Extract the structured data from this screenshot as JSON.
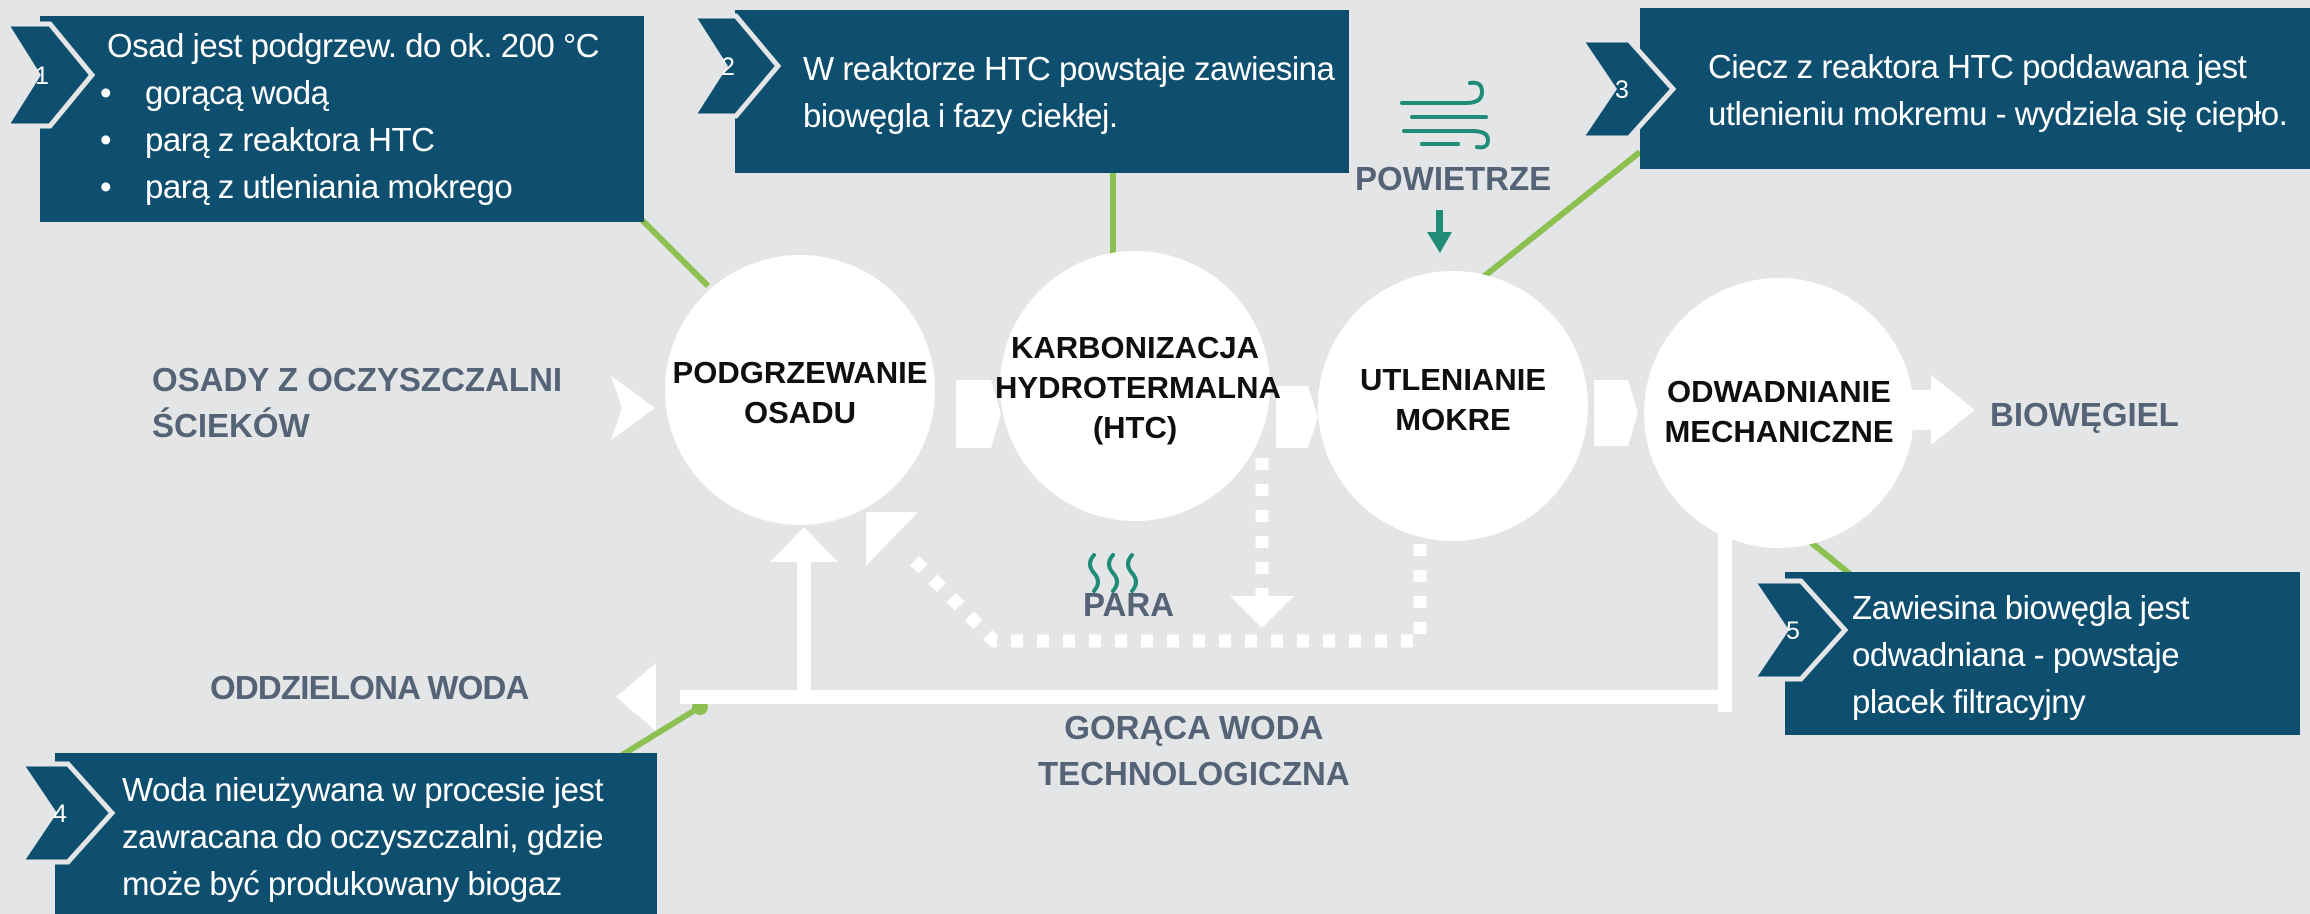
{
  "inputs": {
    "sludge_lines": [
      "OSADY Z OCZYSZCZALNI",
      "ŚCIEKÓW"
    ],
    "air": "POWIETRZE"
  },
  "outputs": {
    "biochar": "BIOWĘGIEL",
    "separated_water": "ODDZIELONA WODA"
  },
  "streams": {
    "steam": "PARA",
    "hot_water_lines": [
      "GORĄCA WODA",
      "TECHNOLOGICZNA"
    ]
  },
  "steps": [
    {
      "lines": [
        "PODGRZEWANIE",
        "OSADU"
      ]
    },
    {
      "lines": [
        "KARBONIZACJA",
        "HYDROTERMALNA",
        "(HTC)"
      ]
    },
    {
      "lines": [
        "UTLENIANIE",
        "MOKRE"
      ]
    },
    {
      "lines": [
        "ODWADNIANIE",
        "MECHANICZNE"
      ]
    }
  ],
  "notes": [
    {
      "number": "1",
      "title": "Osad  jest podgrzew. do ok. 200 °C",
      "bullets": [
        "gorącą wodą",
        "parą z reaktora HTC",
        "parą z utleniania mokrego"
      ]
    },
    {
      "number": "2",
      "lines": [
        "W reaktorze HTC powstaje zawiesina",
        "biowęgla i fazy ciekłej."
      ]
    },
    {
      "number": "3",
      "lines": [
        "Ciecz z reaktora HTC poddawana jest",
        "utlenieniu mokremu - wydziela się ciepło."
      ]
    },
    {
      "number": "4",
      "lines": [
        "Woda nieużywana w procesie jest",
        "zawracana do oczyszczalni, gdzie",
        "może być produkowany biogaz"
      ]
    },
    {
      "number": "5",
      "lines": [
        "Zawiesina biowęgla jest",
        "odwadniana  - powstaje",
        "placek filtracyjny"
      ]
    }
  ],
  "colors": {
    "background": "#e4e5e6",
    "box": "#0e4e6e",
    "connector": "#8cc152",
    "icon_teal": "#1f8c78",
    "label_gray": "#546476",
    "circle": "#ffffff"
  },
  "icons": [
    "wind-icon",
    "steam-icon",
    "down-arrow-icon"
  ]
}
